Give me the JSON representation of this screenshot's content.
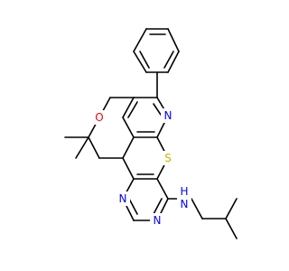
{
  "atoms": {
    "O": {
      "label": "O",
      "color": "#ff0000"
    },
    "N1": {
      "label": "N",
      "color": "#0000ff"
    },
    "S": {
      "label": "S",
      "color": "#c8b400"
    },
    "N2": {
      "label": "N",
      "color": "#0000ff"
    },
    "N3": {
      "label": "N",
      "color": "#0000ff"
    },
    "NH": {
      "label": "N",
      "color": "#0000ff"
    },
    "H": {
      "label": "H",
      "color": "#0000ff"
    }
  }
}
